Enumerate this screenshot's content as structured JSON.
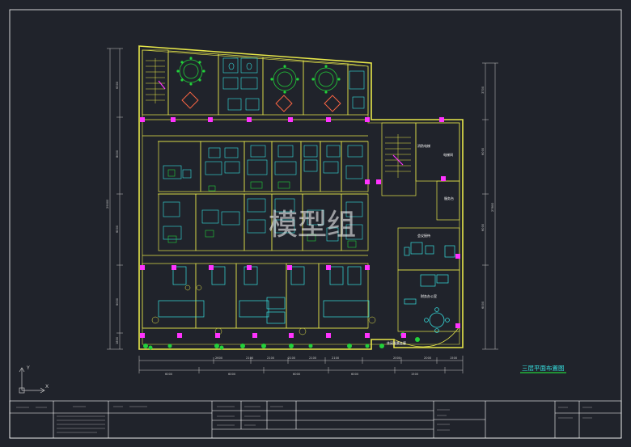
{
  "drawing": {
    "watermark": "模型组",
    "plan_title": "三层平面布置图",
    "room_labels": {
      "elevator_hall": "电梯间",
      "elevator": "消防电梯",
      "service": "服务台",
      "reception": "会议接待",
      "finance": "财务办公室",
      "walkway": "休闲观景走廊"
    },
    "dims_left": [
      "6300",
      "8000",
      "6000",
      "6000",
      "1800"
    ],
    "dim_left_total": "29000",
    "dims_right": [
      "3700",
      "6000",
      "6000",
      "6000"
    ],
    "dim_right_total": "27800",
    "dims_bottom_top": [
      "2600",
      "2100",
      "2100",
      "2100",
      "2100",
      "2100",
      "2000",
      "2000",
      "1500"
    ],
    "dims_bottom_bottom": [
      "6000",
      "6000",
      "6000",
      "6000",
      "1500"
    ],
    "ucs_x": "X",
    "ucs_y": "Y"
  },
  "colors": {
    "background": "#20232b",
    "wall": "#e8e84a",
    "furniture": "#36e0e0",
    "plant": "#22d13a",
    "column": "#ff33ff",
    "accent": "#ff6644",
    "dimension": "#c8c8c8",
    "title_block": "#ffffff"
  }
}
